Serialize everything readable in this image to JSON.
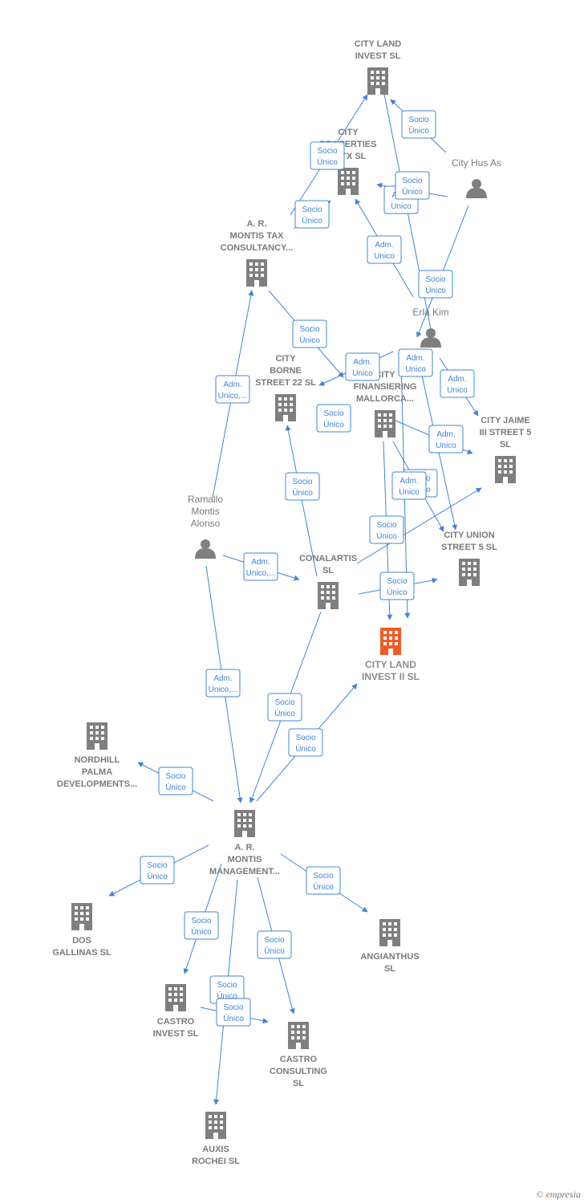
{
  "colors": {
    "edge": "#3f84d6",
    "building": "#7f7f7f",
    "building_highlight": "#f05a28",
    "person": "#7f7f7f",
    "brand_accent": "#f08a1c"
  },
  "nodes": [
    {
      "id": "city_land_invest",
      "type": "company",
      "lines": [
        "CITY LAND",
        "INVEST  SL"
      ],
      "label_pos": "above"
    },
    {
      "id": "city_properties",
      "type": "company",
      "lines": [
        "CITY",
        "PROPERTIES",
        "PATX  SL"
      ],
      "label_pos": "above"
    },
    {
      "id": "city_hus",
      "type": "person",
      "lines": [
        "City Hus As"
      ],
      "label_pos": "above"
    },
    {
      "id": "montis_tax",
      "type": "company",
      "lines": [
        "A.  R.",
        "MONTIS TAX",
        "CONSULTANCY..."
      ],
      "label_pos": "above"
    },
    {
      "id": "erla_kim",
      "type": "person",
      "lines": [
        "Erla Kim"
      ],
      "label_pos": "above"
    },
    {
      "id": "city_borne",
      "type": "company",
      "lines": [
        "CITY",
        "BORNE",
        "STREET 22  SL"
      ],
      "label_pos": "above"
    },
    {
      "id": "city_finansiering",
      "type": "company",
      "lines": [
        "CITY",
        "FINANSIERING",
        "MALLORCA..."
      ],
      "label_pos": "above"
    },
    {
      "id": "city_jaime",
      "type": "company",
      "lines": [
        "CITY JAIME",
        "III STREET 5",
        "SL"
      ],
      "label_pos": "above"
    },
    {
      "id": "ramallo",
      "type": "person",
      "lines": [
        "Ramallo",
        "Montis",
        "Alonso"
      ],
      "label_pos": "above"
    },
    {
      "id": "conalartis",
      "type": "company",
      "lines": [
        "CONALARTIS",
        "SL"
      ],
      "label_pos": "above"
    },
    {
      "id": "city_union",
      "type": "company",
      "lines": [
        "CITY UNION",
        "STREET 5  SL"
      ],
      "label_pos": "above"
    },
    {
      "id": "city_land_invest_ii",
      "type": "company",
      "lines": [
        "CITY LAND",
        "INVEST II  SL"
      ],
      "label_pos": "below",
      "highlight": true
    },
    {
      "id": "nordhill",
      "type": "company",
      "lines": [
        "NORDHILL",
        "PALMA",
        "DEVELOPMENTS..."
      ],
      "label_pos": "below"
    },
    {
      "id": "montis_mgmt",
      "type": "company",
      "lines": [
        "A.  R.",
        "MONTIS",
        "MANAGEMENT..."
      ],
      "label_pos": "below"
    },
    {
      "id": "dos_gallinas",
      "type": "company",
      "lines": [
        "DOS",
        "GALLINAS  SL"
      ],
      "label_pos": "below"
    },
    {
      "id": "angianthus",
      "type": "company",
      "lines": [
        "ANGIANTHUS",
        "SL"
      ],
      "label_pos": "below"
    },
    {
      "id": "castro_invest",
      "type": "company",
      "lines": [
        "CASTRO",
        "INVEST  SL"
      ],
      "label_pos": "below"
    },
    {
      "id": "castro_consulting",
      "type": "company",
      "lines": [
        "CASTRO",
        "CONSULTING",
        "SL"
      ],
      "label_pos": "below"
    },
    {
      "id": "auxis",
      "type": "company",
      "lines": [
        "AUXIS",
        "ROCHEI  SL"
      ],
      "label_pos": "below"
    }
  ],
  "edge_labels": [
    [
      "Socio",
      "Único"
    ],
    [
      "Socio",
      "Único"
    ],
    [
      "Socio",
      "Único"
    ],
    [
      "Adm.",
      "Unico"
    ],
    [
      "Socio",
      "Único"
    ],
    [
      "Adm.",
      "Unico"
    ],
    [
      "Socio",
      "Único"
    ],
    [
      "Socio",
      "Único"
    ],
    [
      "Adm.",
      "Unico,..."
    ],
    [
      "Adm.",
      "Unico"
    ],
    [
      "Adm.",
      "Unico"
    ],
    [
      "Adm.",
      "Unico"
    ],
    [
      "Socio",
      "Único"
    ],
    [
      "Adm.",
      "Unico"
    ],
    [
      "Socio",
      "Único"
    ],
    [
      "Adm.",
      "Unico"
    ],
    [
      "Socio",
      "Único"
    ],
    [
      "Socio",
      "Único"
    ],
    [
      "Adm.",
      "Unico,..."
    ],
    [
      "Socio",
      "Único"
    ],
    [
      "Adm.",
      "Unico,..."
    ],
    [
      "Socio",
      "Único"
    ],
    [
      "Socio",
      "Único"
    ],
    [
      "Socio",
      "Único"
    ],
    [
      "Socio",
      "Único"
    ],
    [
      "Socio",
      "Único"
    ],
    [
      "Socio",
      "Único"
    ],
    [
      "Socio",
      "Único"
    ],
    [
      "Socio",
      "Único"
    ],
    [
      "Socio",
      "Único"
    ]
  ],
  "brand": {
    "copyright": "©",
    "initial": "e",
    "rest": "mpresia"
  }
}
